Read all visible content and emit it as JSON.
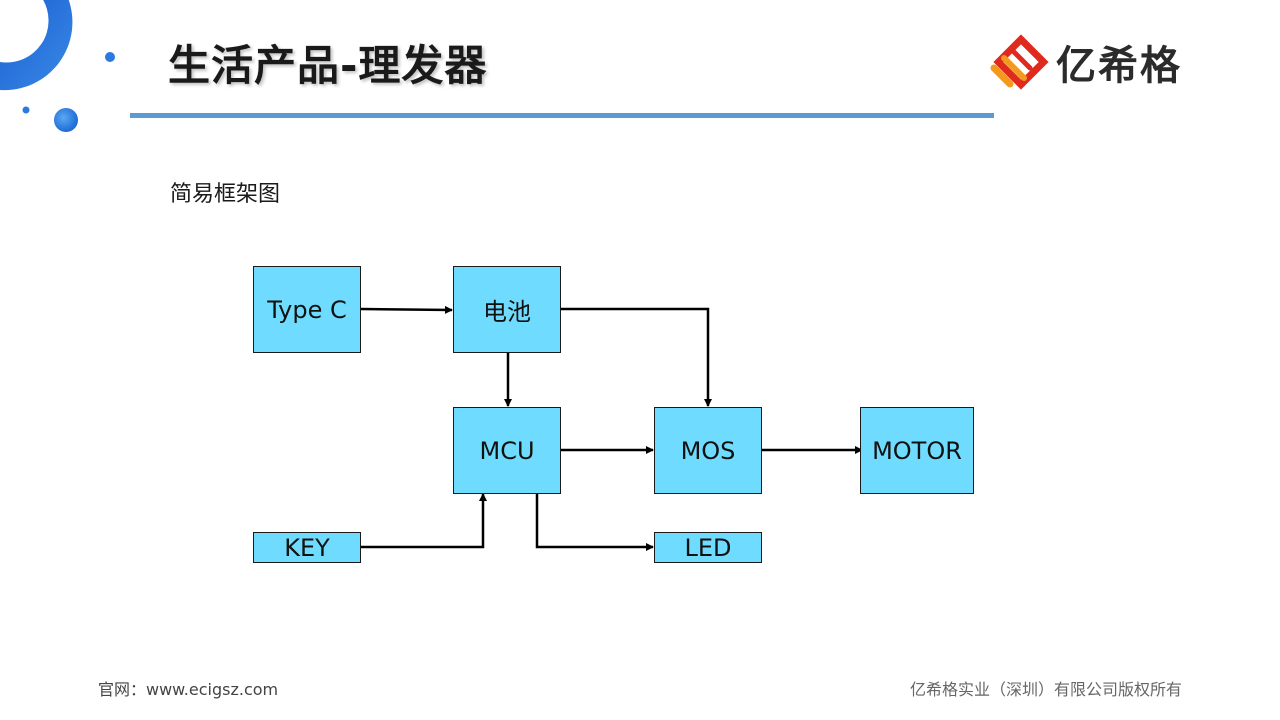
{
  "header": {
    "title": "生活产品-理发器",
    "logo_text": "亿希格"
  },
  "content": {
    "subtitle": "简易框架图"
  },
  "diagram": {
    "nodes": {
      "typec": "Type C",
      "battery": "电池",
      "mcu": "MCU",
      "mos": "MOS",
      "motor": "MOTOR",
      "key": "KEY",
      "led": "LED"
    },
    "edges": [
      {
        "from": "typec",
        "to": "battery"
      },
      {
        "from": "battery",
        "to": "mcu"
      },
      {
        "from": "battery",
        "to": "mos"
      },
      {
        "from": "mcu",
        "to": "mos"
      },
      {
        "from": "mos",
        "to": "motor"
      },
      {
        "from": "key",
        "to": "mcu"
      },
      {
        "from": "mcu",
        "to": "led"
      }
    ],
    "box_color": "#6fdcff"
  },
  "footer": {
    "website": "官网：www.ecigsz.com",
    "copyright": "亿希格实业（深圳）有限公司版权所有"
  },
  "colors": {
    "accent_blue": "#5b9bd5",
    "deco_blue": "#1e6fd0",
    "logo_red": "#e02a1d",
    "logo_orange": "#f39a1e"
  }
}
